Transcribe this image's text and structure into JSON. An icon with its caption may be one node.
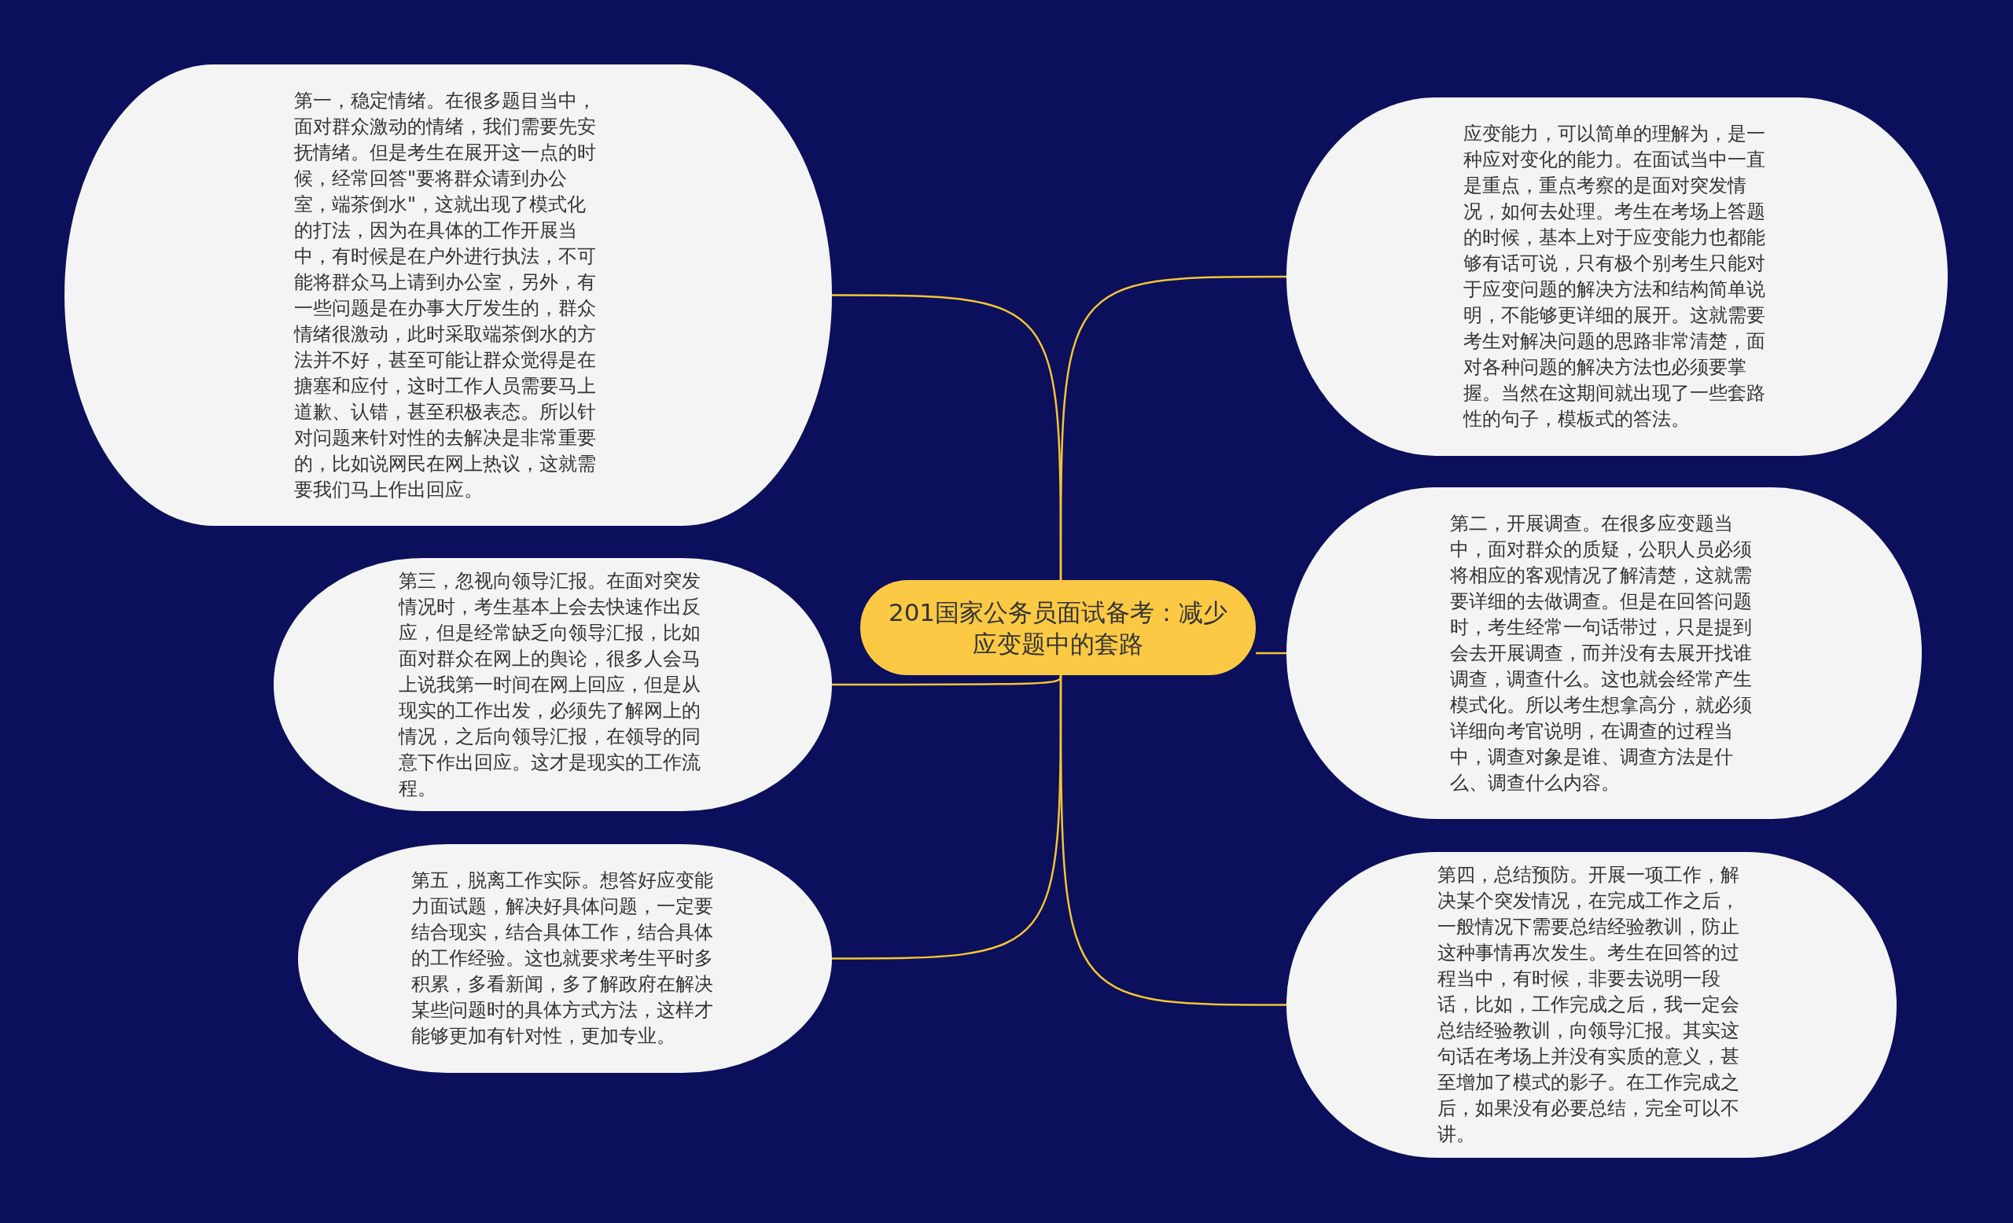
{
  "diagram": {
    "nodes": [
      {
        "text": [
          "201国家公务员面试备考：减少应变题中的套路"
        ]
      },
      {
        "text": [
          "第一，稳定情绪。在很多题目当中，面对群众激动的情绪，我们需要先安抚情绪。但是考生在展开这一点的时候，经常回答\"要将群众请到办公室，端茶倒水\"，这就出现了模式化的打法，因为在具体的工作开展当中，有时候是在户外进行执法，不可能将群众马上请到办公室，另外，有一些问题是在办事大厅发生的，群众情绪很激动，此时采取端茶倒水的方法并不好，甚至可能让群众觉得是在搪塞和应付，这时工作人员需要马上道歉、认错，甚至积极表态。所以针对问题来针对性的去解决是非常重要的，比如说网民在网上热议，这就需要我们马上作出回应。"
        ]
      },
      {
        "text": [
          "第三，忽视向领导汇报。在面对突发情况时，考生基本上会去快速作出反应，但是经常缺乏向领导汇报，比如面对群众在网上的舆论，很多人会马上说我第一时间在网上回应，但是从现实的工作出发，必须先了解网上的情况，之后向领导汇报，在领导的同意下作出回应。这才是现实的工作流程。"
        ]
      },
      {
        "text": [
          "第五，脱离工作实际。想答好应变能力面试题，解决好具体问题，一定要结合现实，结合具体工作，结合具体的工作经验。这也就要求考生平时多积累，多看新闻，多了解政府在解决某些问题时的具体方式方法，这样才能够更加有针对性，更加专业。"
        ]
      },
      {
        "text": [
          "应变能力，可以简单的理解为，是一种应对变化的能力。在面试当中一直是重点，重点考察的是面对突发情况，如何去处理。考生在考场上答题的时候，基本上对于应变能力也都能够有话可说，只有极个别考生只能对于应变问题的解决方法和结构简单说明，不能够更详细的展开。这就需要考生对解决问题的思路非常清楚，面对各种问题的解决方法也必须要掌握。当然在这期间就出现了一些套路性的句子，模板式的答法。"
        ]
      },
      {
        "text": [
          "第二，开展调查。在很多应变题当中，面对群众的质疑，公职人员必须将相应的客观情况了解清楚，这就需要详细的去做调查。但是在回答问题时，考生经常一句话带过，只是提到会去开展调查，而并没有去展开找谁调查，调查什么。这也就会经常产生模式化。所以考生想拿高分，就必须详细向考官说明，在调查的过程当中，调查对象是谁、调查方法是什么、调查什么内容。"
        ]
      },
      {
        "text": [
          "第四，总结预防。开展一项工作，解决某个突发情况，在完成工作之后，一般情况下需要总结经验教训，防止这种事情再次发生。考生在回答的过程当中，有时候，非要去说明一段话，比如，工作完成之后，我一定会总结经验教训，向领导汇报。其实这句话在考场上并没有实质的意义，甚至增加了模式的影子。在工作完成之后，如果没有必要总结，完全可以不讲。"
        ]
      }
    ],
    "edges": [
      {
        "from": 0,
        "to": 1,
        "arrow": "none"
      },
      {
        "from": 0,
        "to": 2,
        "arrow": "none"
      },
      {
        "from": 0,
        "to": 3,
        "arrow": "none"
      },
      {
        "from": 0,
        "to": 4,
        "arrow": "none"
      },
      {
        "from": 0,
        "to": 5,
        "arrow": "none"
      },
      {
        "from": 0,
        "to": 6,
        "arrow": "none"
      }
    ]
  }
}
